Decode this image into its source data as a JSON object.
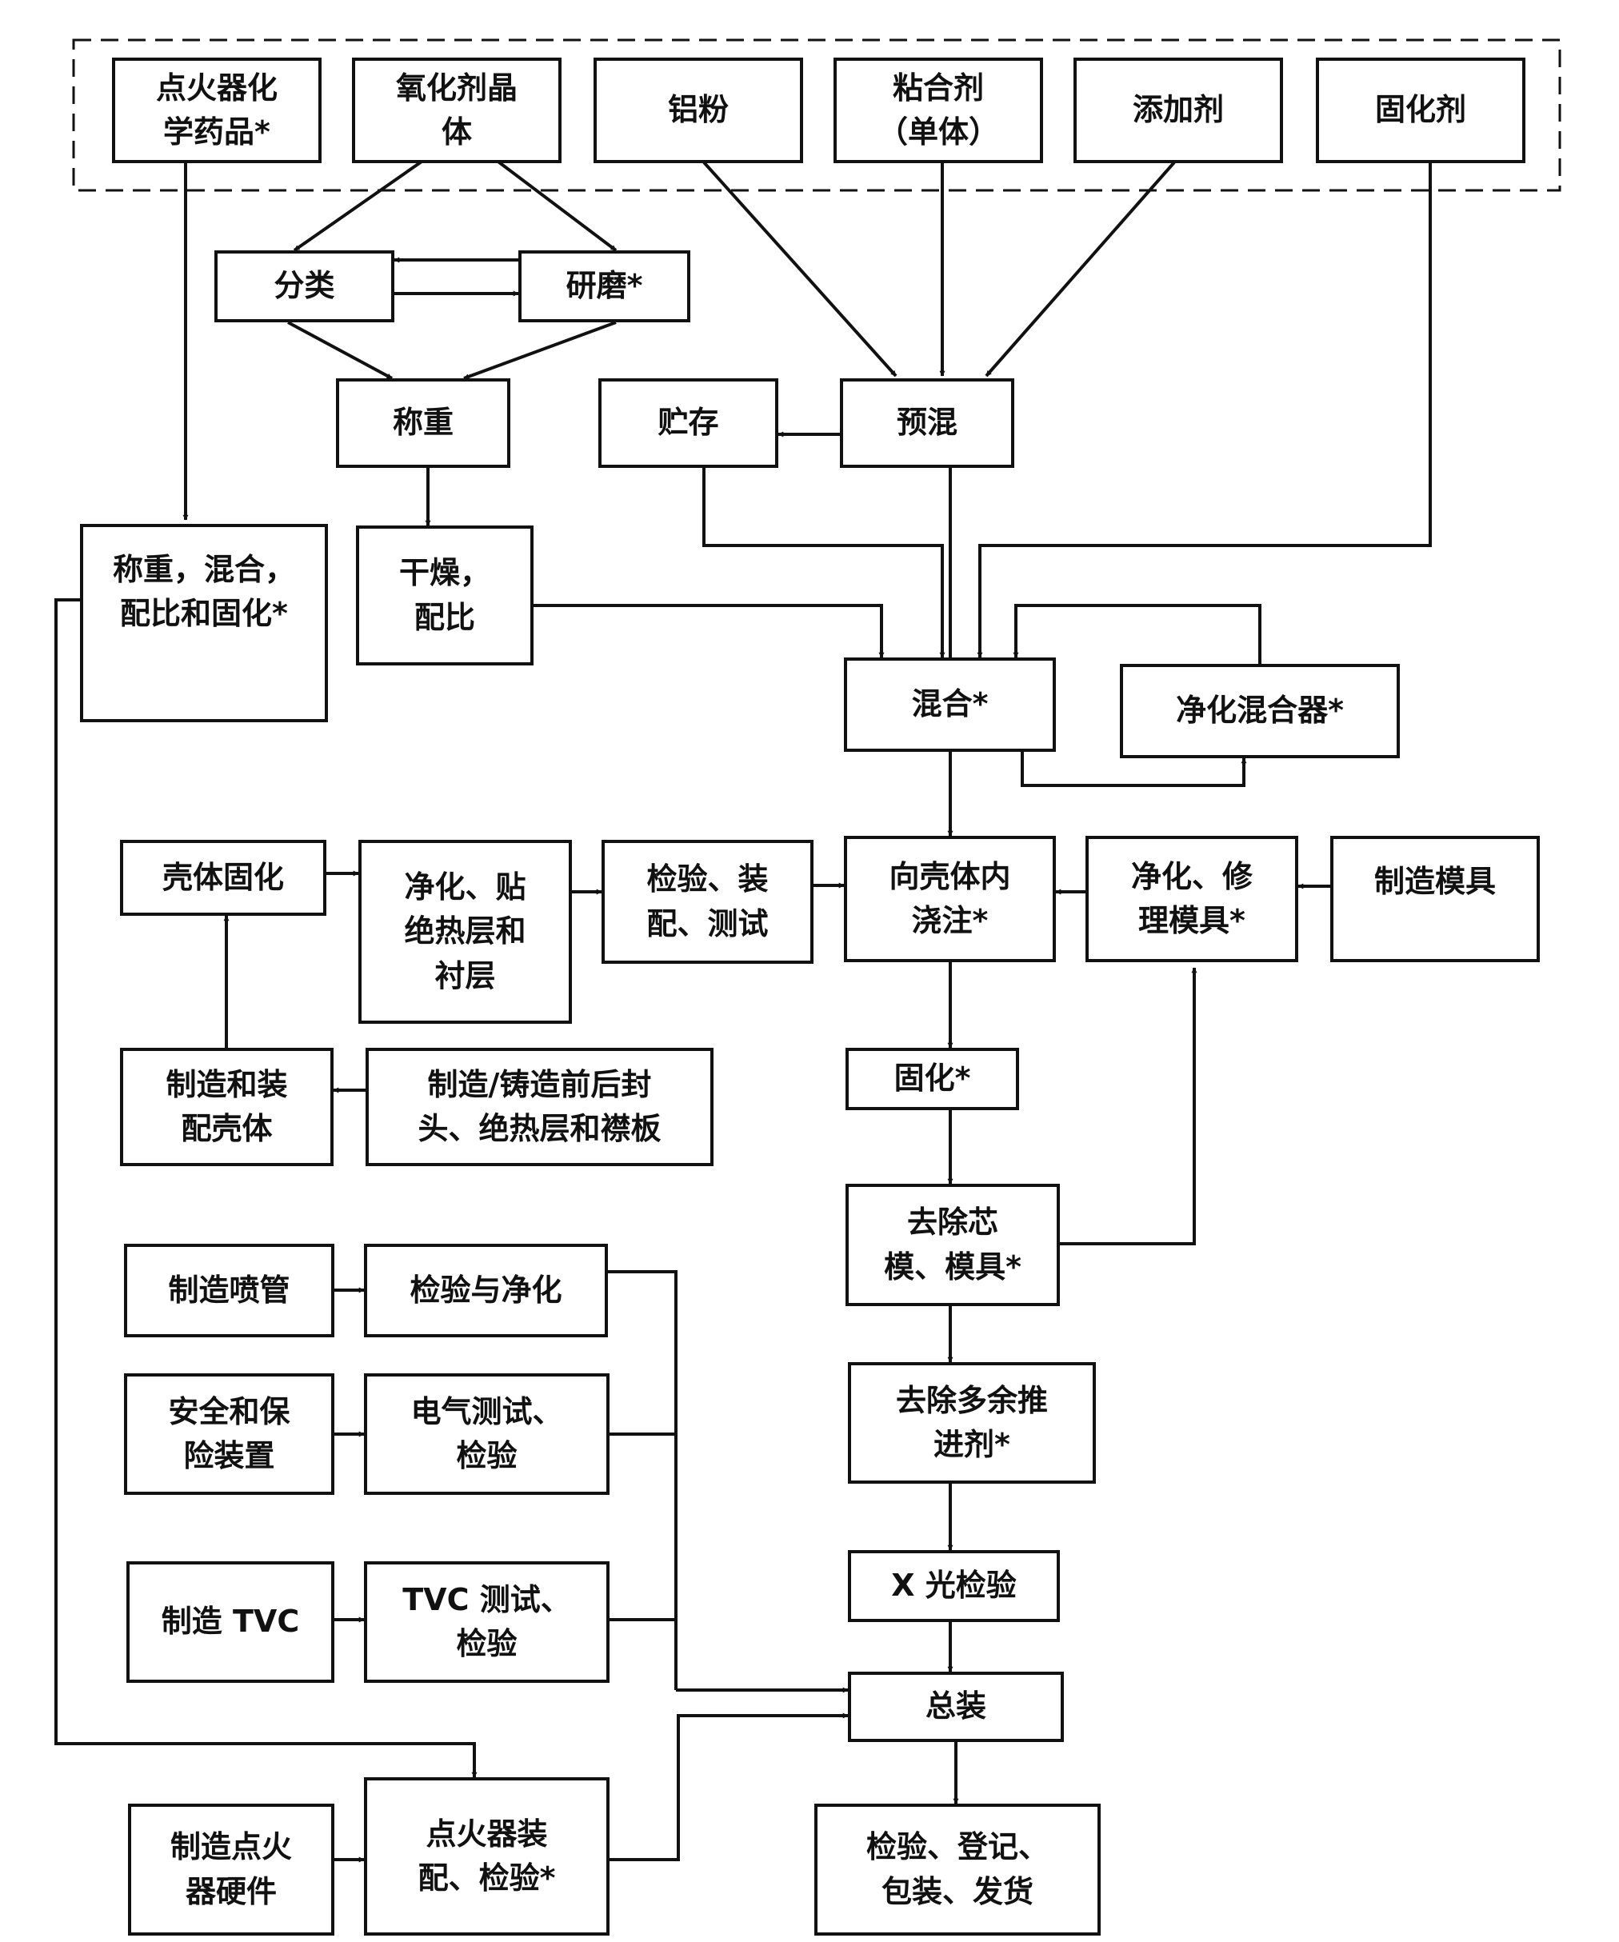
{
  "nodes": {
    "igniter_chem": "点火器化\n学药品*",
    "oxidizer": "氧化剂晶\n体",
    "aluminum": "铝粉",
    "binder": "粘合剂\n（单体）",
    "additive": "添加剂",
    "curing_agent": "固化剂",
    "classify": "分类",
    "grind": "研磨*",
    "weigh": "称重",
    "storage": "贮存",
    "premix": "预混",
    "ign_mix": "称重，混合，\n配比和固化*",
    "dry": "干燥，\n配比",
    "mix": "混合*",
    "clean_mixer": "净化混合器*",
    "case_cure": "壳体固化",
    "clean_liner": "净化、贴\n绝热层和\n衬层",
    "inspect_assy": "检验、装\n配、测试",
    "cast": "向壳体内\n浇注*",
    "clean_mold": "净化、修\n理模具*",
    "make_mold": "制造模具",
    "make_case": "制造和装\n配壳体",
    "make_closure": "制造/铸造前后封\n头、绝热层和襟板",
    "cure": "固化*",
    "remove_core": "去除芯\n模、模具*",
    "make_nozzle": "制造喷管",
    "inspect_nozzle": "检验与净化",
    "trim": "去除多余推\n进剂*",
    "safety": "安全和保\n险装置",
    "elec_test": "电气测试、\n检验",
    "xray": "X 光检验",
    "make_tvc": "制造 TVC",
    "tvc_test": "TVC 测试、\n检验",
    "final_assy": "总装",
    "make_ign_hw": "制造点火\n器硬件",
    "ign_assy": "点火器装\n配、检验*",
    "ship": "检验、登记、\n包装、发货"
  }
}
